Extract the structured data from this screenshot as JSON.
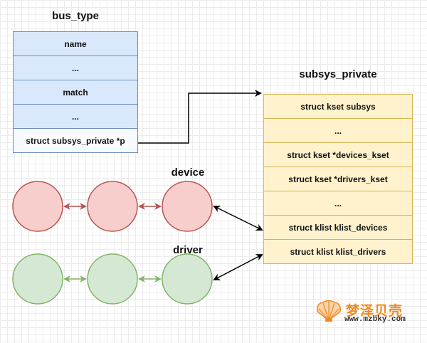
{
  "bus_type": {
    "title": "bus_type",
    "rows": [
      "name",
      "...",
      "match",
      "...",
      "struct subsys_private *p"
    ]
  },
  "subsys_private": {
    "title": "subsys_private",
    "rows": [
      "struct kset subsys",
      "...",
      "struct kset *devices_kset",
      "struct kset *drivers_kset",
      "...",
      "struct klist klist_devices",
      "struct klist klist_drivers"
    ]
  },
  "device_label": "device",
  "driver_label": "driver",
  "colors": {
    "bus_fill": "#dae8fc",
    "bus_stroke": "#6c8ebf",
    "sub_fill": "#fff2cc",
    "sub_stroke": "#d6b656",
    "device_fill": "#f8cecc",
    "device_stroke": "#b85450",
    "driver_fill": "#d5e8d4",
    "driver_stroke": "#82b366"
  },
  "logo": {
    "name": "梦泽贝壳",
    "url": "www.mzbky.com"
  }
}
